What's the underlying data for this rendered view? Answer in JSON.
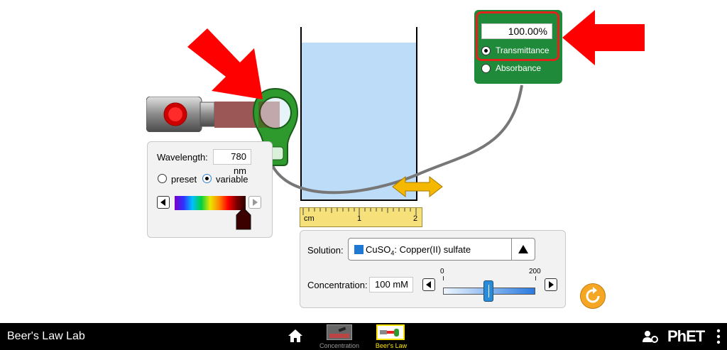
{
  "wavelength_panel": {
    "label": "Wavelength:",
    "value": "780 nm",
    "preset_label": "preset",
    "variable_label": "variable",
    "mode": "variable"
  },
  "detector": {
    "value": "100.00%",
    "transmittance_label": "Transmittance",
    "absorbance_label": "Absorbance",
    "mode": "transmittance",
    "color": "#1e8a3a"
  },
  "ruler": {
    "unit": "cm",
    "ticks": [
      "1",
      "2"
    ]
  },
  "solution_panel": {
    "solution_label": "Solution:",
    "solution_name": "CuSO",
    "solution_subscript": "4",
    "solution_rest": ": Copper(II) sulfate",
    "solution_color": "#1f78d1",
    "concentration_label": "Concentration:",
    "concentration_value": "100 mM",
    "slider_min": "0",
    "slider_max": "200",
    "slider_value": 100
  },
  "navbar": {
    "app_title": "Beer's Law Lab",
    "tabs": [
      {
        "label": "Concentration",
        "active": false
      },
      {
        "label": "Beer's Law",
        "active": true
      }
    ],
    "brand": "PhET"
  },
  "colors": {
    "annotation_arrow": "#ff0000",
    "solution_fill": "#bcdcf8",
    "highlight_box": "#e0241b",
    "tab_active": "#ffe600"
  }
}
